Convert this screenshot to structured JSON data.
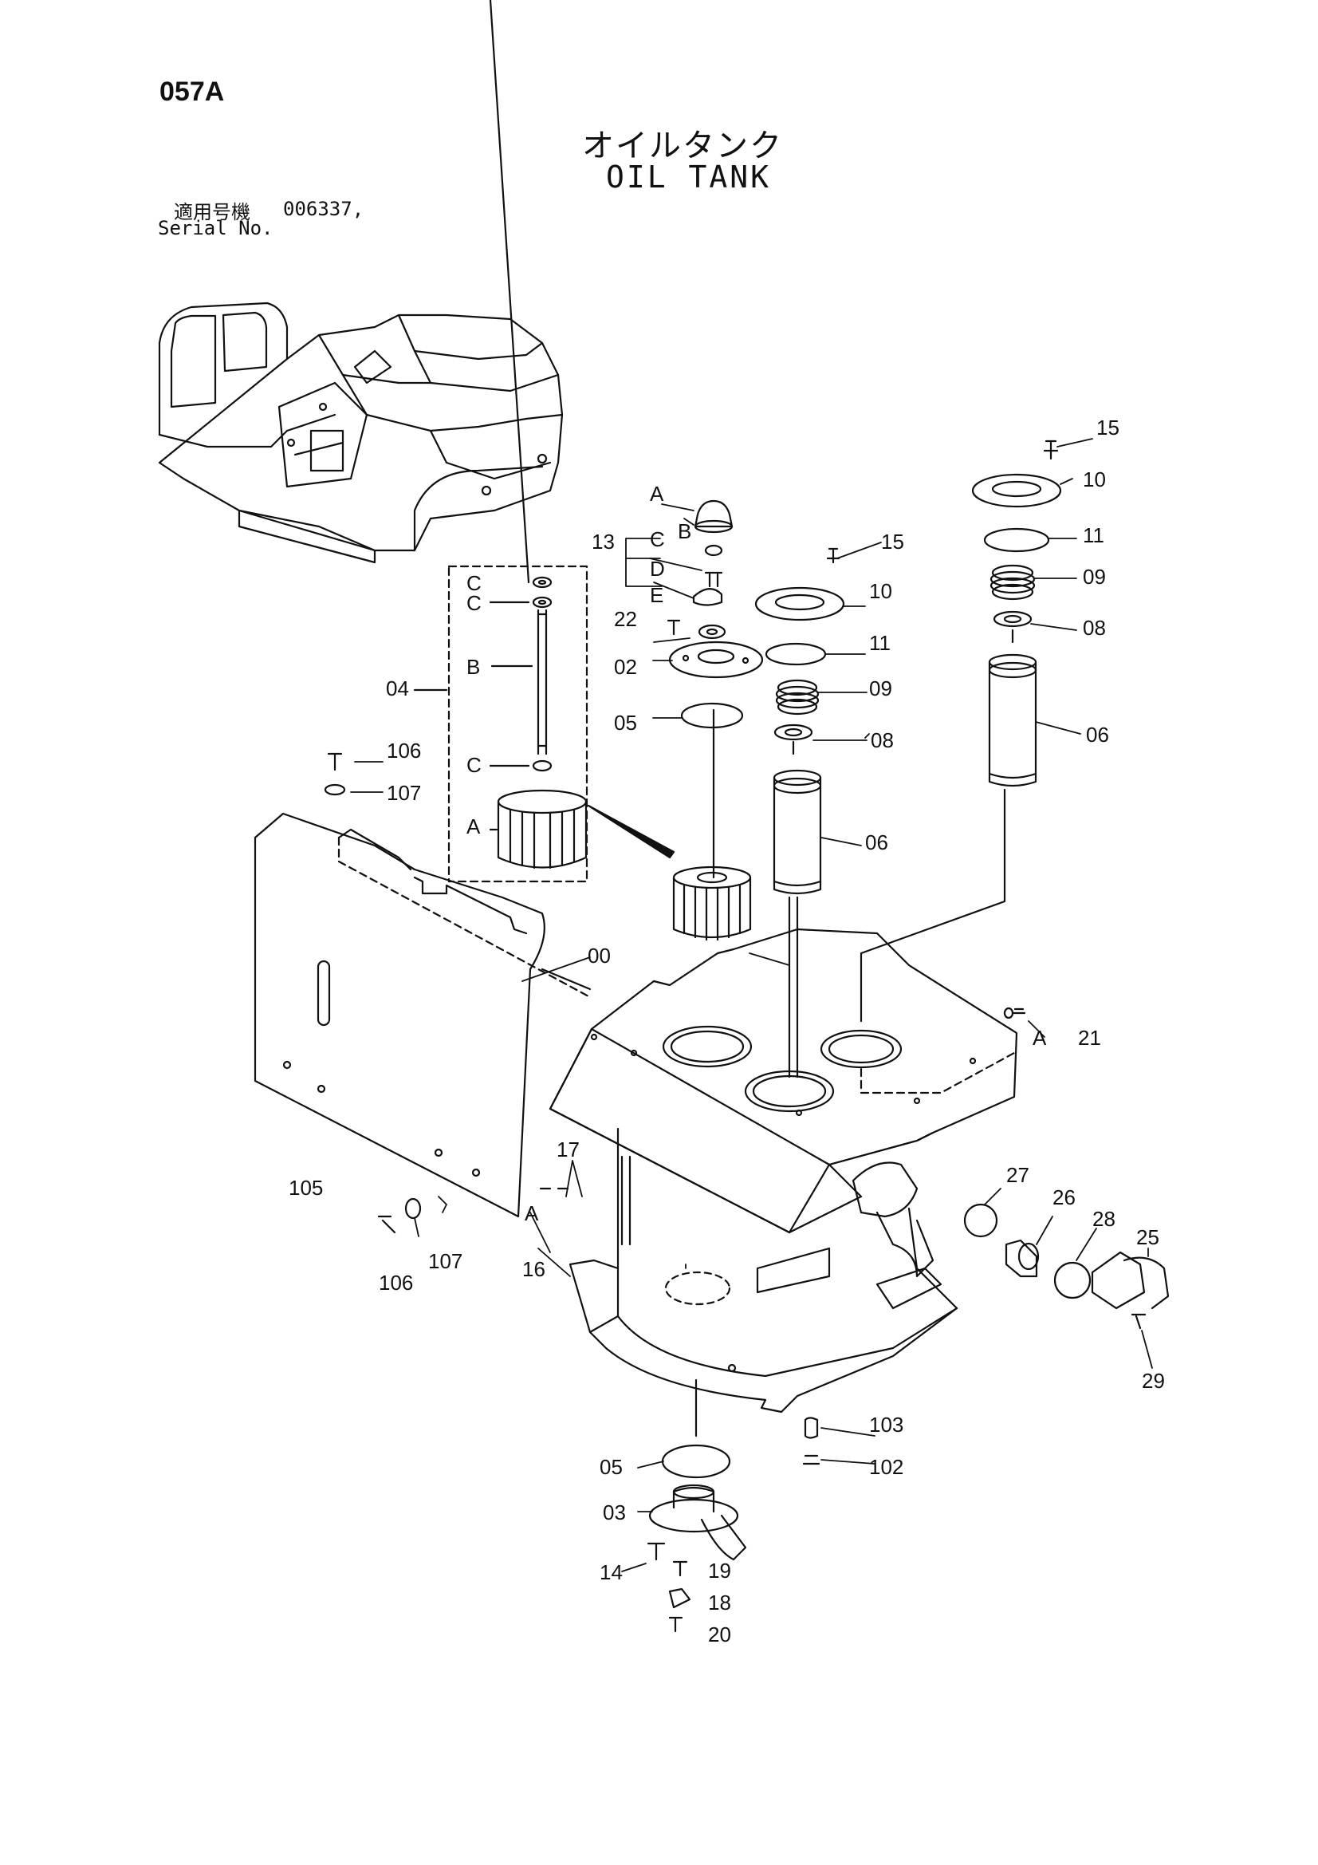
{
  "page_number": "057A",
  "title_ja": "オイルタンク",
  "title_en": "OIL TANK",
  "serial_label_ja": "適用号機",
  "serial_value": "006337,",
  "serial_label_en": "Serial No.",
  "callouts": [
    "00",
    "02",
    "03",
    "04",
    "05",
    "05",
    "06",
    "06",
    "08",
    "08",
    "09",
    "09",
    "10",
    "10",
    "11",
    "11",
    "13",
    "14",
    "15",
    "15",
    "16",
    "17",
    "18",
    "19",
    "20",
    "21",
    "22",
    "25",
    "26",
    "27",
    "28",
    "29",
    "102",
    "103",
    "105",
    "106",
    "106",
    "107",
    "107"
  ],
  "sub_letters": [
    "A",
    "B",
    "C",
    "D",
    "E",
    "C",
    "C",
    "B",
    "C",
    "A",
    "A",
    "A"
  ]
}
